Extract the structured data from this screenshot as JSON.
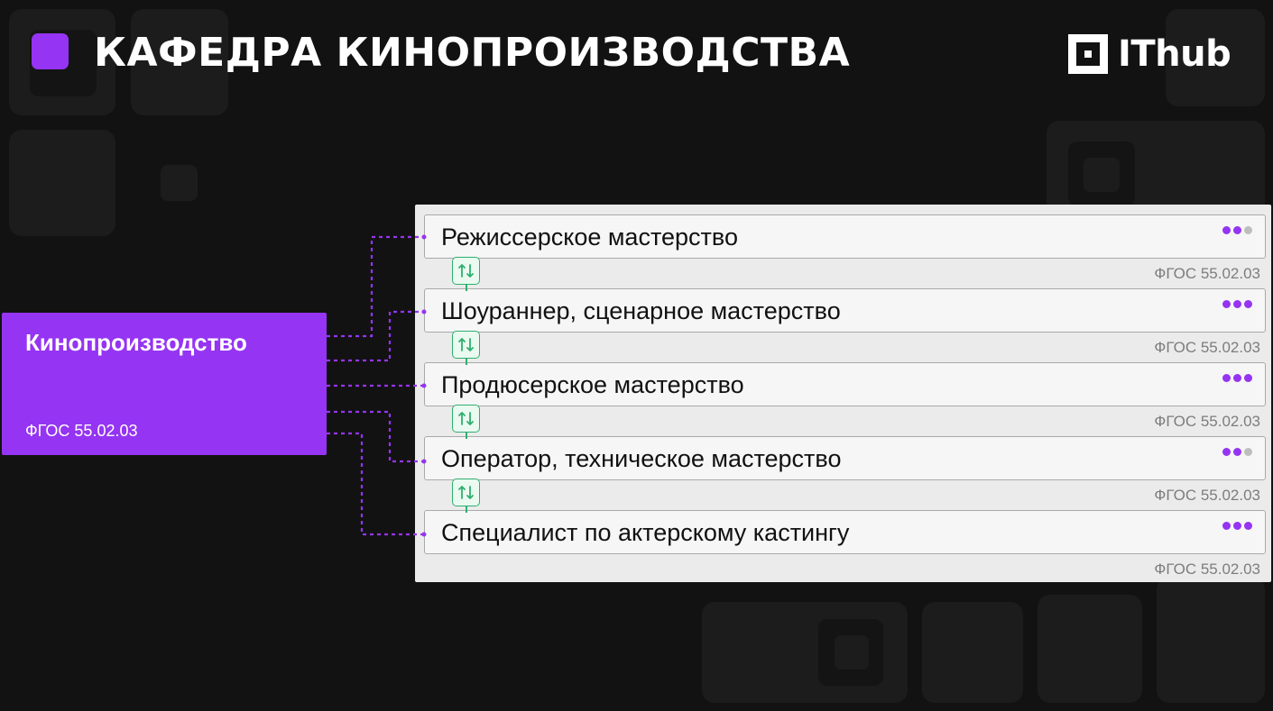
{
  "header": {
    "title": "КАФЕДРА КИНОПРОИЗВОДСТВА"
  },
  "logo": {
    "text": "IThub",
    "icon": "square-logo-icon"
  },
  "source": {
    "title": "Кинопроизводство",
    "code": "ФГОС 55.02.03"
  },
  "programs": [
    {
      "label": "Режиссерское мастерство",
      "code": "ФГОС 55.02.03",
      "level": 2
    },
    {
      "label": "Шоураннер, сценарное мастерство",
      "code": "ФГОС 55.02.03",
      "level": 3
    },
    {
      "label": "Продюсерское мастерство",
      "code": "ФГОС 55.02.03",
      "level": 3
    },
    {
      "label": "Оператор, техническое мастерство",
      "code": "ФГОС 55.02.03",
      "level": 2
    },
    {
      "label": "Специалист по актерскому кастингу",
      "code": "ФГОС 55.02.03",
      "level": 3
    }
  ],
  "link_icon": "sync-arrows-icon",
  "colors": {
    "accent": "#9534f2",
    "background": "#121212",
    "sync": "#2faf6e",
    "dot_off": "#bdbdbd"
  }
}
